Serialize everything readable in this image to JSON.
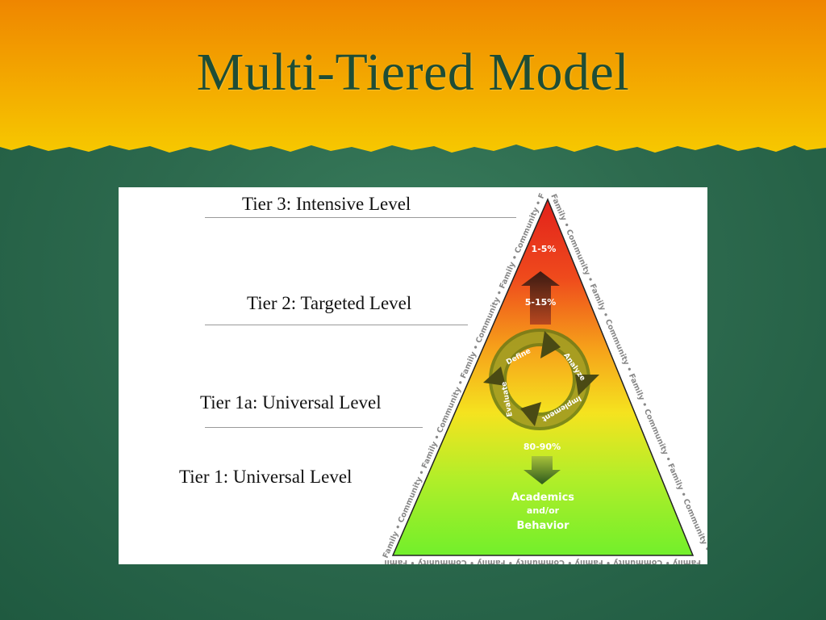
{
  "slide": {
    "title": "Multi-Tiered Model",
    "colors": {
      "banner_top": "#f08a00",
      "banner_bottom": "#f5c200",
      "background": "#2d6a4e",
      "title_text": "#1e4d36"
    }
  },
  "tiers": [
    {
      "label": "Tier 3: Intensive Level"
    },
    {
      "label": "Tier 2: Targeted Level"
    },
    {
      "label": "Tier 1a: Universal Level"
    },
    {
      "label": "Tier 1: Universal Level"
    }
  ],
  "pyramid": {
    "percent_top": "1-5%",
    "percent_middle": "5-15%",
    "percent_bottom": "80-90%",
    "cycle": {
      "define": "Define",
      "analyze": "Analyze",
      "implement": "Implement",
      "evaluate": "Evaluate"
    },
    "base_text": {
      "line1": "Academics",
      "line2": "and/or",
      "line3": "Behavior"
    },
    "border_text": "Family • Community • Family • Community • Family • Community • Family • Community • Family • Community • Family • Community",
    "colors": {
      "top": "#e8261d",
      "middle": "#f7e21f",
      "bottom": "#7df22c",
      "arrow": "#4a2a1a"
    }
  }
}
